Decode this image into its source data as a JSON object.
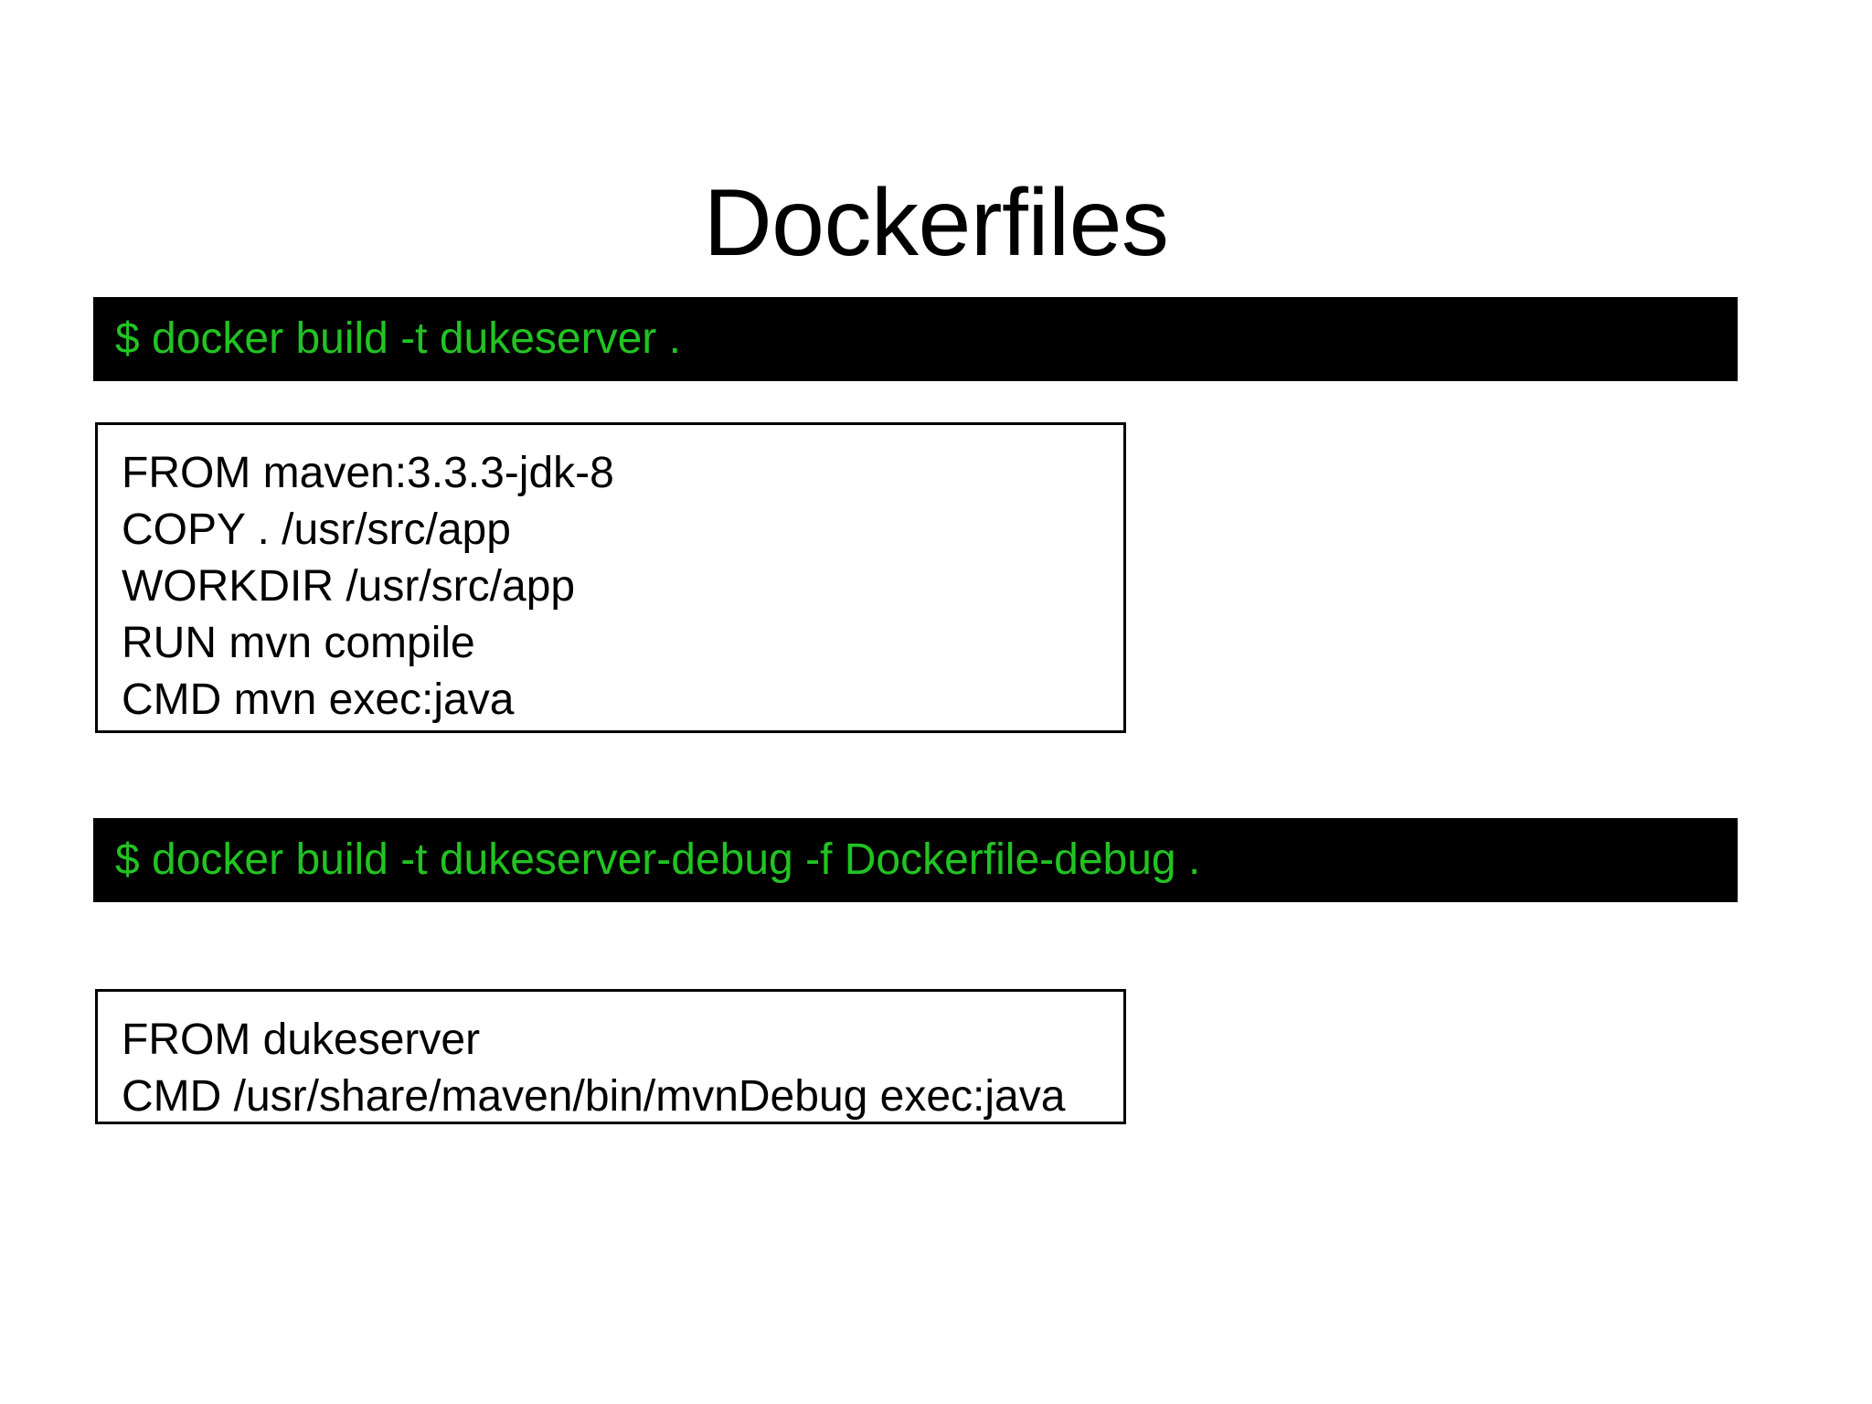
{
  "slide": {
    "title": "Dockerfiles",
    "background_color": "#ffffff"
  },
  "theme": {
    "terminal_background": "#000000",
    "terminal_text_color": "#22c322",
    "code_text_color": "#000000",
    "code_border_color": "#000000"
  },
  "commands": [
    {
      "id": "build-dukeserver",
      "text": "$ docker build -t dukeserver ."
    },
    {
      "id": "build-dukeserver-debug",
      "text": "$ docker build -t dukeserver-debug -f Dockerfile-debug ."
    }
  ],
  "dockerfiles": [
    {
      "id": "dockerfile",
      "lines": [
        "FROM maven:3.3.3-jdk-8",
        "COPY . /usr/src/app",
        "WORKDIR /usr/src/app",
        "RUN mvn compile",
        "CMD mvn exec:java"
      ]
    },
    {
      "id": "dockerfile-debug",
      "lines": [
        "FROM dukeserver",
        "CMD /usr/share/maven/bin/mvnDebug exec:java"
      ]
    }
  ]
}
